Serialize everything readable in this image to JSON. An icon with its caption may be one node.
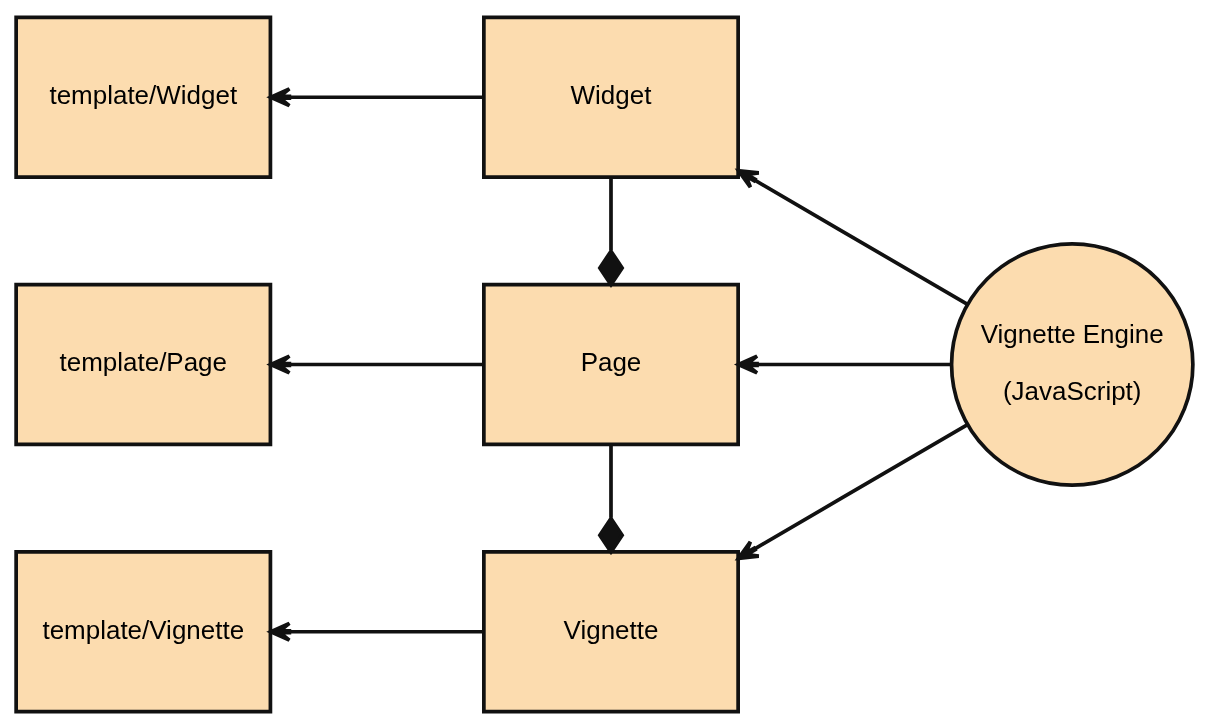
{
  "diagram": {
    "nodes": [
      {
        "text": [
          "template/Vignette"
        ]
      },
      {
        "text": [
          "Vignette"
        ]
      },
      {
        "text": [
          "template/Page"
        ]
      },
      {
        "text": [
          "Page"
        ]
      },
      {
        "text": [
          "Vignette Engine",
          "(JavaScript)"
        ]
      },
      {
        "text": [
          "template/Widget"
        ]
      },
      {
        "text": [
          "Widget"
        ]
      }
    ],
    "edges": [
      {
        "from": 1,
        "to": 0,
        "arrow": "to"
      },
      {
        "from": 3,
        "to": 2,
        "arrow": "to"
      },
      {
        "from": 6,
        "to": 5,
        "arrow": "to"
      },
      {
        "from": 3,
        "to": 1,
        "arrow": "other"
      },
      {
        "from": 6,
        "to": 3,
        "arrow": "other"
      },
      {
        "from": 4,
        "to": 1,
        "arrow": "to"
      },
      {
        "from": 4,
        "to": 3,
        "arrow": "to"
      },
      {
        "from": 4,
        "to": 6,
        "arrow": "to"
      }
    ]
  }
}
